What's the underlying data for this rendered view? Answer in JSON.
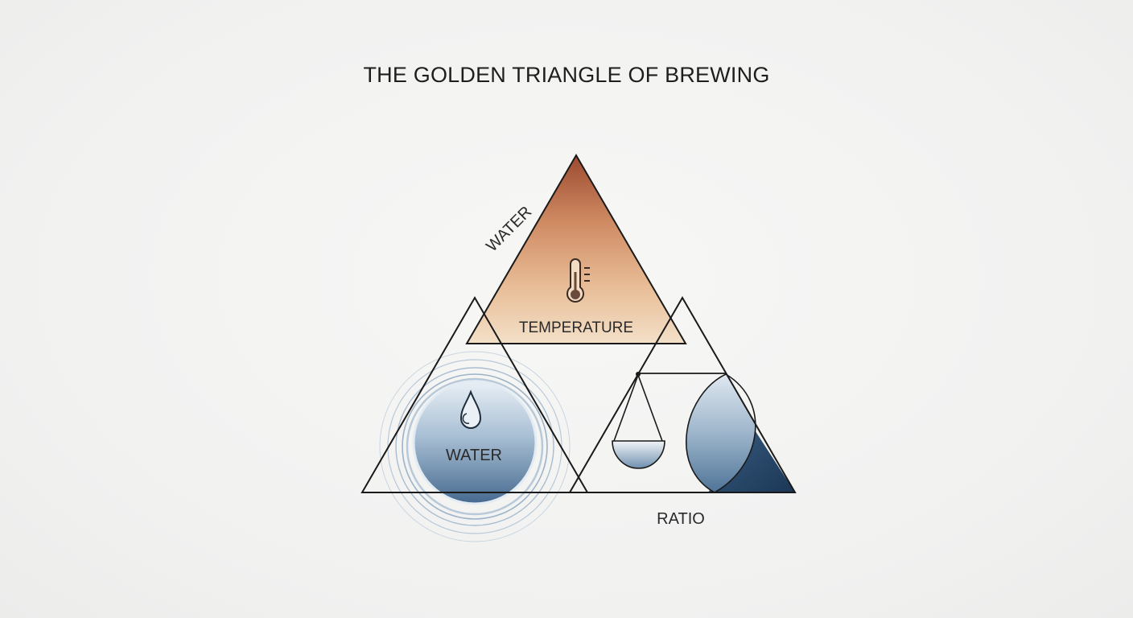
{
  "title": "THE GOLDEN TRIANGLE OF BREWING",
  "labels": {
    "side_water": "WATER",
    "temperature": "TEMPERATURE",
    "water": "WATER",
    "ratio": "RATIO"
  },
  "icons": {
    "temperature": "thermometer-icon",
    "water": "water-drop-icon",
    "ratio": "balance-scale-icon"
  },
  "colors": {
    "temperature_top": "#9c4a30",
    "temperature_bottom": "#f3e0c8",
    "water_dark": "#4d7398",
    "water_light": "#e6eef5",
    "ratio_dark": "#1e3c5c",
    "outline": "#1a1a1a"
  }
}
